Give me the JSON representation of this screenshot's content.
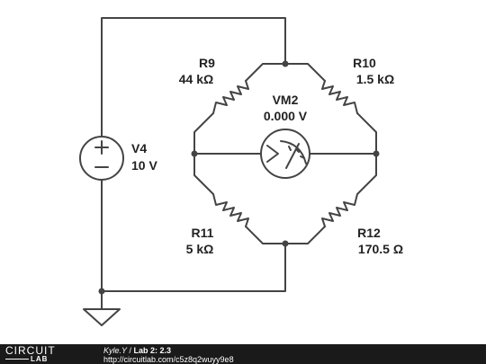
{
  "components": {
    "r9": {
      "name": "R9",
      "value": "44 kΩ"
    },
    "r10": {
      "name": "R10",
      "value": "1.5 kΩ"
    },
    "r11": {
      "name": "R11",
      "value": "5 kΩ"
    },
    "r12": {
      "name": "R12",
      "value": "170.5 Ω"
    },
    "vm2": {
      "name": "VM2",
      "value": "0.000 V"
    },
    "v4": {
      "name": "V4",
      "value": "10 V"
    }
  },
  "footer": {
    "logo_top": "CIRCUIT",
    "logo_bottom": "LAB",
    "author": "Kyle.Y",
    "separator": " / ",
    "title": "Lab 2: 2.3",
    "url": "http://circuitlab.com/c5z8q2wuyy9e8"
  },
  "colors": {
    "wire": "#444444",
    "text": "#222222",
    "footer_bg": "#1a1a1a"
  }
}
